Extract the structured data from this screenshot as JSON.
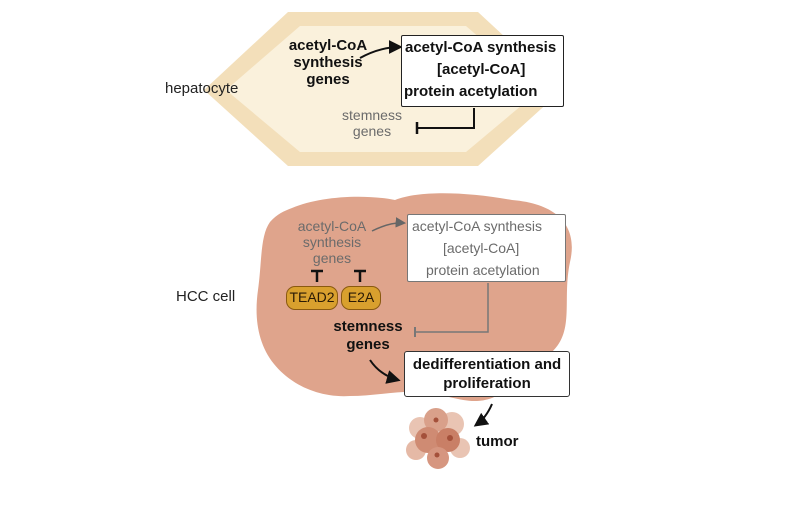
{
  "hepatocyte": {
    "label": "hepatocyte",
    "genes_line1": "acetyl-CoA",
    "genes_line2": "synthesis",
    "genes_line3": "genes",
    "box_line1": "acetyl-CoA synthesis",
    "box_line2": "[acetyl-CoA]",
    "box_line3": "protein acetylation",
    "stemness_line1": "stemness",
    "stemness_line2": "genes",
    "colors": {
      "outer": "#f3dfba",
      "inner": "#faf1dc"
    }
  },
  "hcc": {
    "label": "HCC cell",
    "genes_line1": "acetyl-CoA",
    "genes_line2": "synthesis",
    "genes_line3": "genes",
    "box_line1": "acetyl-CoA synthesis",
    "box_line2": "[acetyl-CoA]",
    "box_line3": "protein acetylation",
    "tead2": "TEAD2",
    "e2a": "E2A",
    "stemness_line1": "stemness",
    "stemness_line2": "genes",
    "outcome_line1": "dedifferentiation and",
    "outcome_line2": "proliferation",
    "tumor": "tumor",
    "colors": {
      "cell": "#dfa48c",
      "pill": "#d9a02e"
    }
  }
}
